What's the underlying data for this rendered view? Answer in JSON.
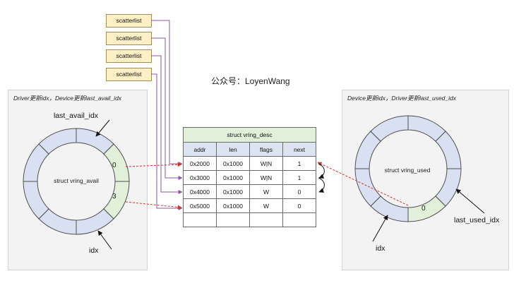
{
  "scatterlists": [
    "scatterlist",
    "scatterlist",
    "scatterlist",
    "scatterlist"
  ],
  "wechat_label": "公众号：LoyenWang",
  "left_panel": {
    "caption": "Driver更新idx，Device更新last_avail_idx",
    "ring_label": "struct vring_avail",
    "slot_values": [
      "0",
      "3"
    ],
    "last_avail_label": "last_avail_idx",
    "idx_label": "idx"
  },
  "right_panel": {
    "caption": "Device更新idx，Driver更新last_used_idx",
    "ring_label": "struct vring_used",
    "slot_value": "0",
    "last_used_label": "last_used_idx",
    "idx_label": "idx"
  },
  "desc_table": {
    "title": "struct vring_desc",
    "headers": [
      "addr",
      "len",
      "flags",
      "next"
    ],
    "rows": [
      [
        "0x2000",
        "0x1000",
        "W|N",
        "1"
      ],
      [
        "0x3000",
        "0x1000",
        "W|N",
        "1"
      ],
      [
        "0x4000",
        "0x1000",
        "W",
        "0"
      ],
      [
        "0x5000",
        "0x1000",
        "W",
        "0"
      ],
      [
        "",
        "",
        "",
        ""
      ]
    ]
  },
  "colors": {
    "ring_fill": "#d9e0f1",
    "ring_stroke": "#4f4f4f",
    "ring_highlight": "#e2efd9",
    "scatterlist_fill": "#fdf0c6",
    "scatter_link": "#8c54a6",
    "dashed_link": "#d9322a"
  }
}
